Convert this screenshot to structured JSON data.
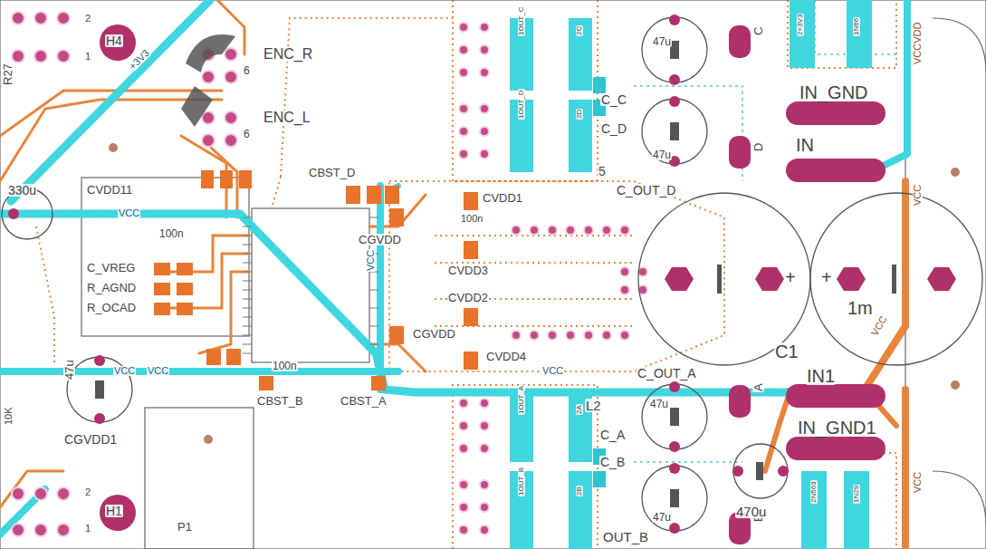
{
  "diagram": {
    "labels": [
      "+3V3",
      "H4",
      "2",
      "1",
      "ENC_R",
      "6",
      "ENC_L",
      "6",
      "R27",
      "330u",
      "VCC",
      "CVDD11",
      "C_VREG",
      "R_AGND",
      "R_OCAD",
      "100n",
      "CBST_D",
      "CGVDD",
      "CVDD1",
      "100n",
      "CVDD3",
      "CVDD2",
      "CGVDD",
      "CVDD4",
      "VCC",
      "VCC",
      "VCC",
      "VCC",
      "47u",
      "CGVDD1",
      "100n",
      "CBST_B",
      "CBST_A",
      "H1",
      "2",
      "1",
      "P1",
      "10K",
      "1OUT_C",
      "2C",
      "1OUT_D",
      "2D",
      "1OUT_A",
      "2A",
      "1OUT_B",
      "2B",
      "L2",
      "C_C",
      "C_D",
      "5",
      "C_OUT_D",
      "47u",
      "47u",
      "47u",
      "47u",
      "C",
      "D",
      "A",
      "B",
      "IN_GND",
      "IN",
      "1m",
      "C1",
      "C_OUT_A",
      "IN1",
      "IN_GND1",
      "C_A",
      "C_B",
      "470u",
      "OUT_B",
      "VCCVDD",
      "VCC",
      "VCC",
      "VCC",
      "2N563",
      "1N29",
      "1N66",
      "2+3V3",
      "+",
      "+"
    ]
  }
}
